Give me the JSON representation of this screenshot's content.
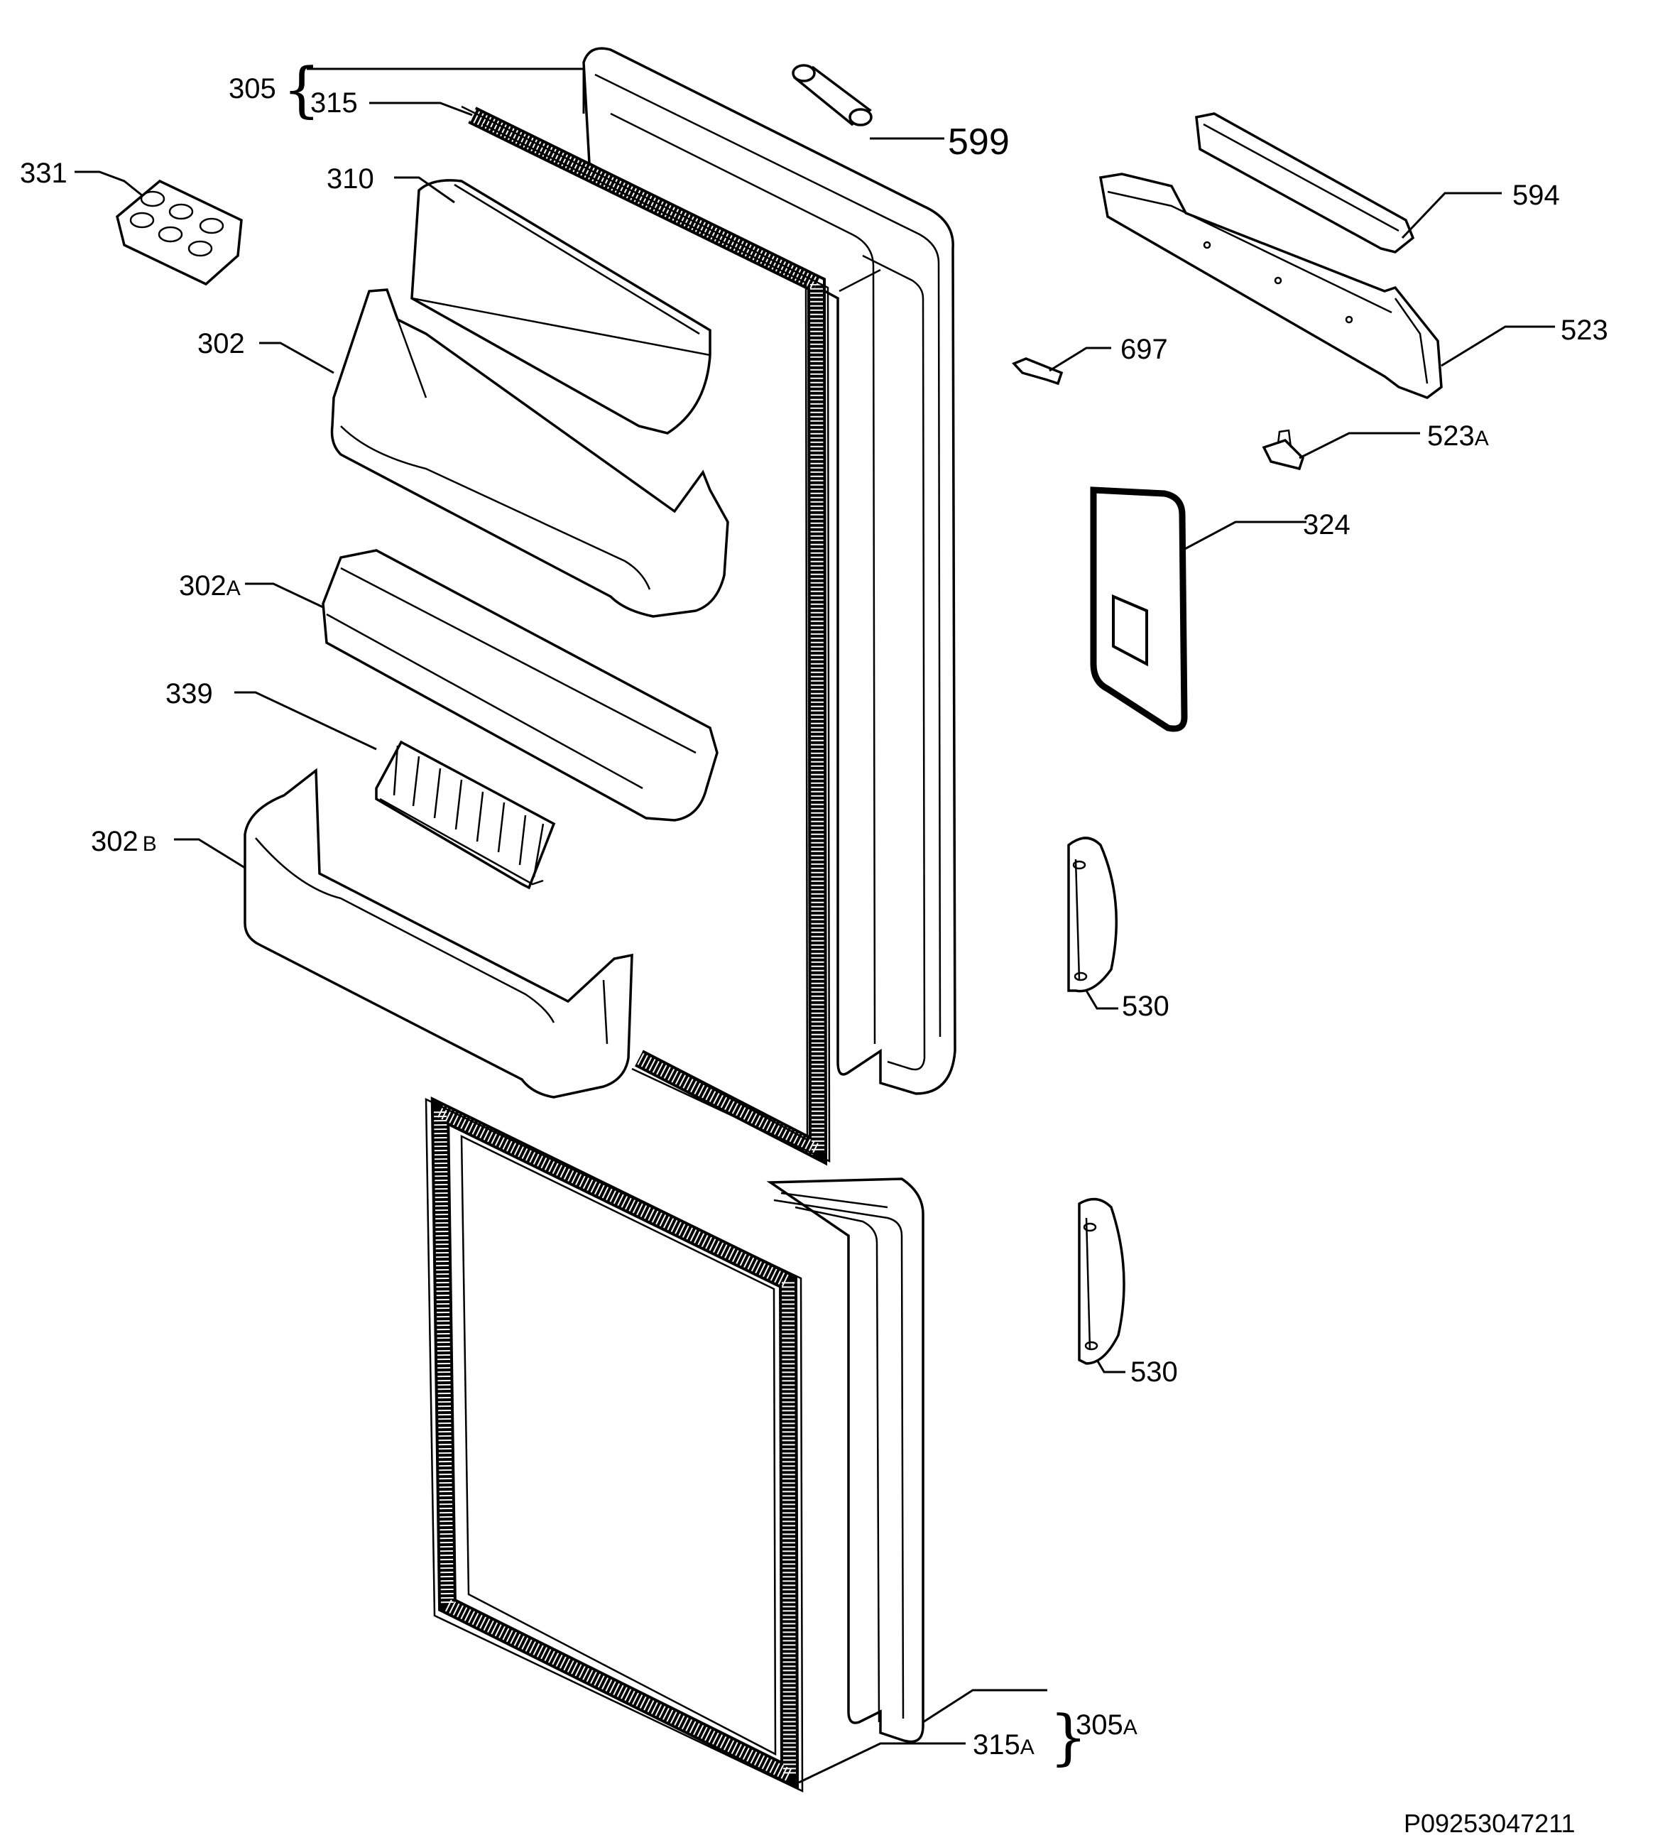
{
  "labels": {
    "p305": "305",
    "p315": "315",
    "p599": "599",
    "p331": "331",
    "p310": "310",
    "p594": "594",
    "p523": "523",
    "p302": "302",
    "p697": "697",
    "p523a_num": "523",
    "p523a_suf": "A",
    "p324": "324",
    "p302a_num": "302",
    "p302a_suf": "A",
    "p339": "339",
    "p302b_num": "302",
    "p302b_suf": "B",
    "p530_upper": "530",
    "p530_lower": "530",
    "p305a_num": "305",
    "p305a_suf": "A",
    "p315a_num": "315",
    "p315a_suf": "A"
  },
  "drawing_id": "P09253047211"
}
